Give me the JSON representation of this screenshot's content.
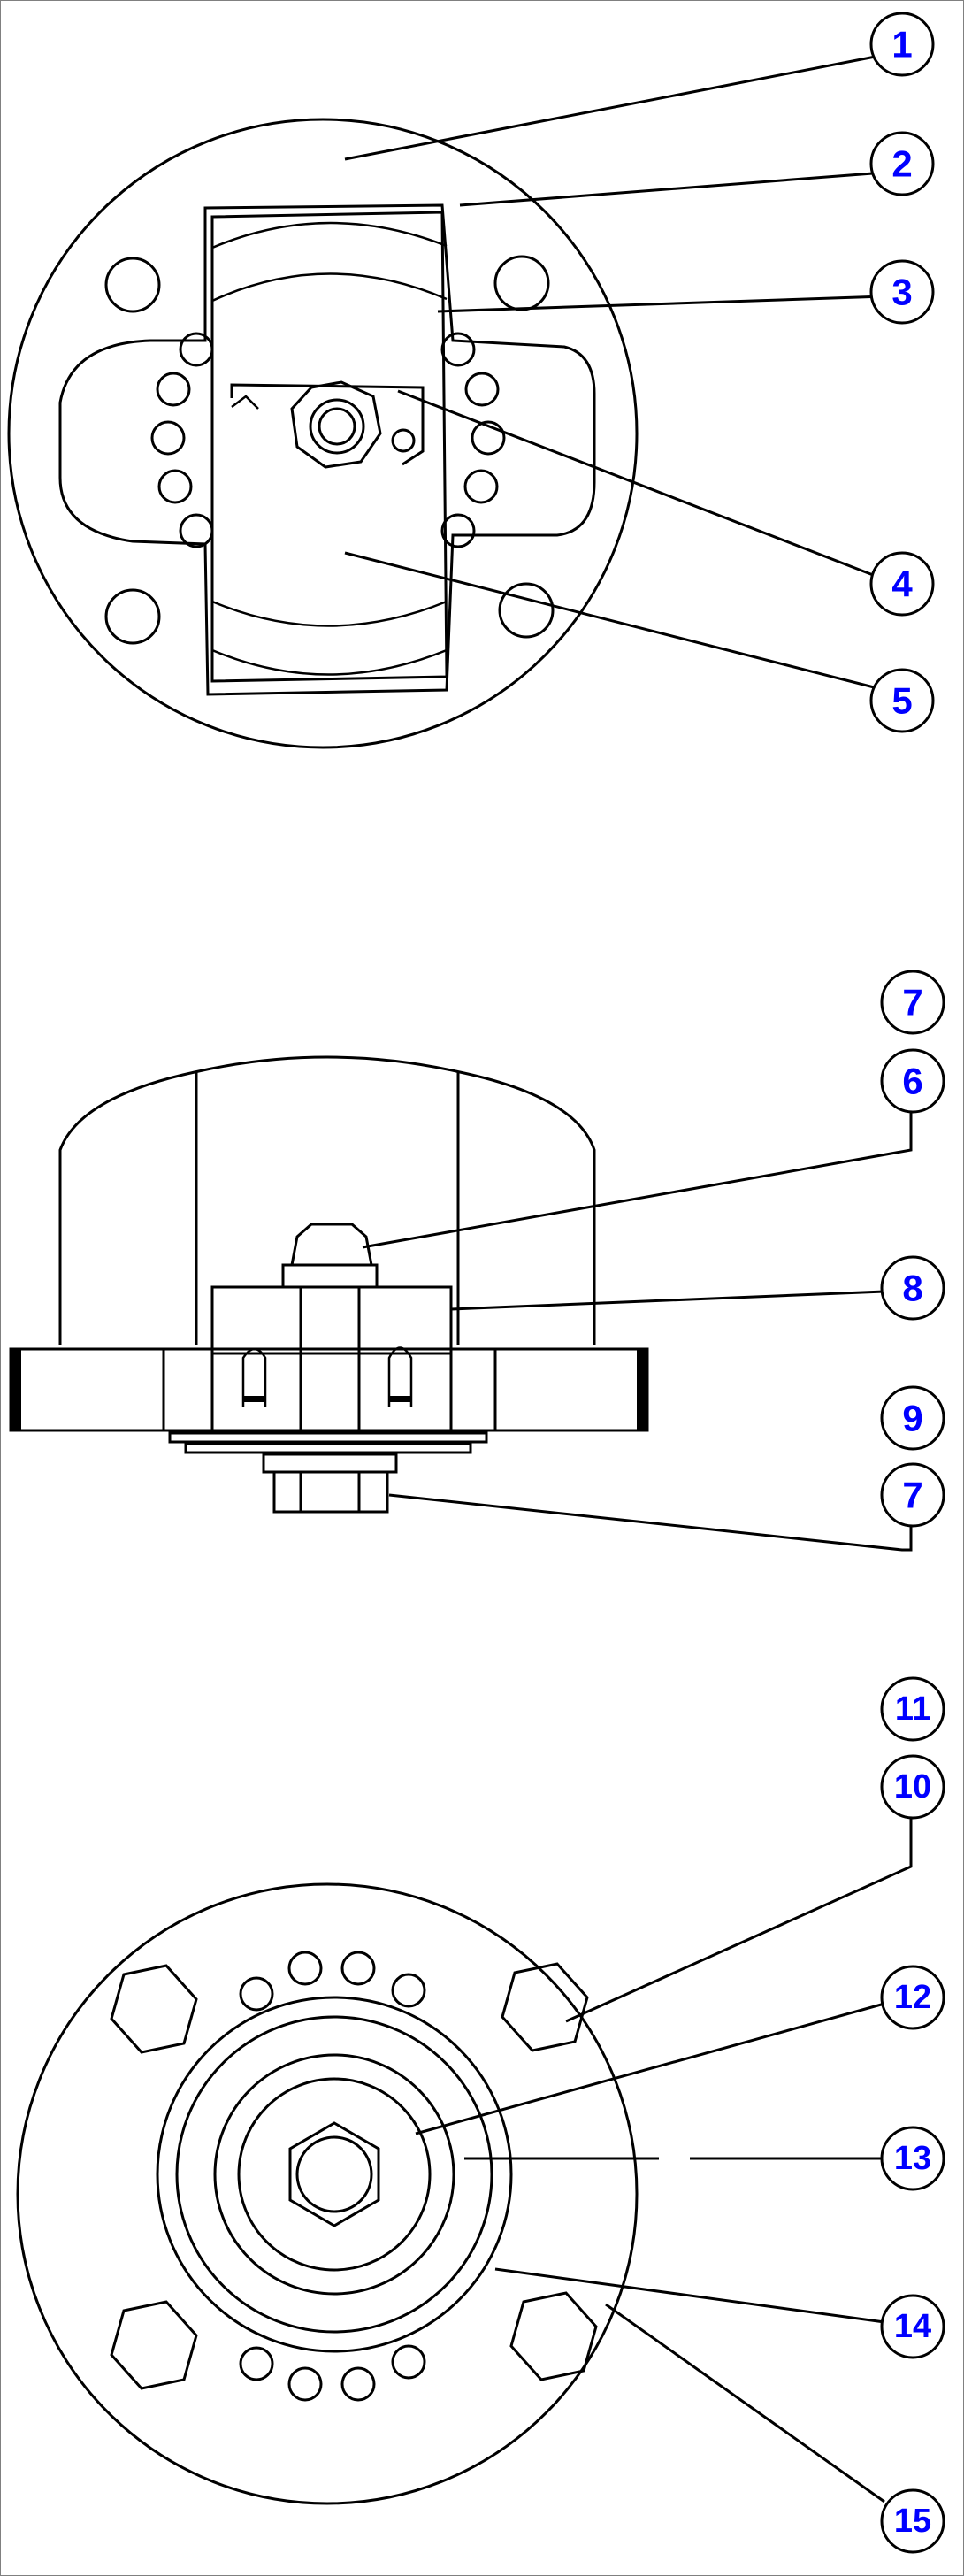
{
  "callout_color": "#0000ff",
  "line_color": "#000000",
  "callouts": [
    "1",
    "2",
    "3",
    "4",
    "5",
    "7",
    "6",
    "8",
    "9",
    "7",
    "11",
    "10",
    "12",
    "13",
    "14",
    "15"
  ]
}
